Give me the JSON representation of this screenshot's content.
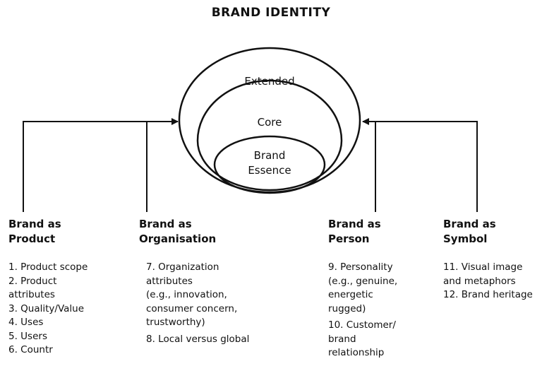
{
  "title": "BRAND IDENTITY",
  "rings": {
    "extended": "Extended",
    "core": "Core",
    "essence_line1": "Brand",
    "essence_line2": "Essence"
  },
  "columns": [
    {
      "heading": "Brand as\nProduct",
      "items": [
        "1. Product scope",
        "2. Product\n    attributes",
        "3. Quality/Value",
        "4. Uses",
        "5. Users",
        "6. Countr"
      ]
    },
    {
      "heading": "Brand as\nOrganisation",
      "items": [
        "7. Organization\n    attributes\n    (e.g., innovation,\n    consumer concern,\n    trustworthy)",
        "8. Local versus global"
      ]
    },
    {
      "heading": "Brand as\nPerson",
      "items": [
        "9. Personality\n    (e.g., genuine,\n    energetic\n    rugged)",
        "10. Customer/\n      brand\n      relationship"
      ]
    },
    {
      "heading": "Brand as\nSymbol",
      "items": [
        "11. Visual image\n      and metaphors",
        "12. Brand heritage"
      ]
    }
  ],
  "colors": {
    "stroke": "#111111",
    "background": "#ffffff"
  }
}
